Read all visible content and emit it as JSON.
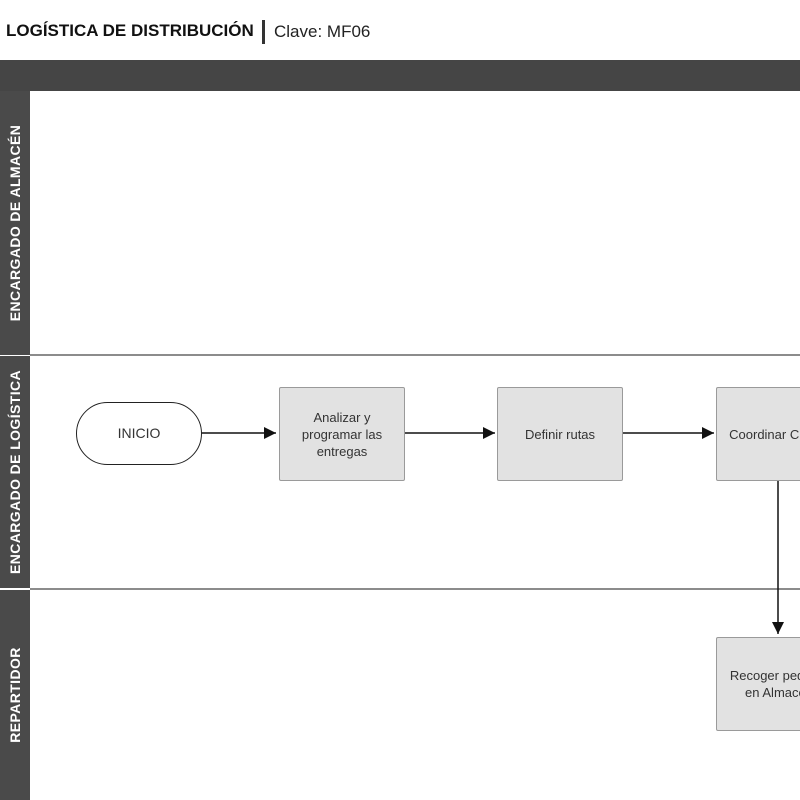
{
  "header": {
    "title": "LOGÍSTICA DE DISTRIBUCIÓN",
    "code": "Clave: MF06"
  },
  "lanes": [
    {
      "label": "ENCARGADO DE ALMACÉN"
    },
    {
      "label": "ENCARGADO DE LOGÍSTICA"
    },
    {
      "label": "REPARTIDOR"
    }
  ],
  "nodes": {
    "start": "INICIO",
    "analyze": "Analizar y programar las entregas",
    "define_routes": "Definir rutas",
    "coordinate": "Coordinar Chofer",
    "pickup": "Recoger pedidos en Almacén"
  },
  "colors": {
    "lane_label_bg": "#4a4a4a",
    "header_band": "#454545",
    "process_fill": "#e2e2e2",
    "process_border": "#9a9a9a",
    "connector": "#111111"
  }
}
